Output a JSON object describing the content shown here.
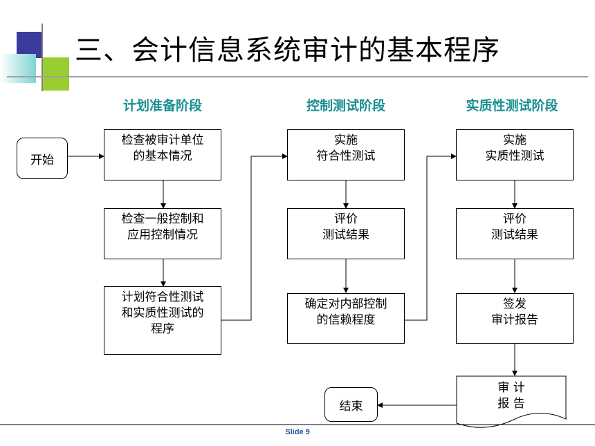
{
  "title": "三、会计信息系统审计的基本程序",
  "phases": {
    "planning": "计划准备阶段",
    "control_test": "控制测试阶段",
    "substantive_test": "实质性测试阶段"
  },
  "nodes": {
    "start": "开始",
    "check_unit": "检查被审计单位\n的基本情况",
    "check_controls": "检查一般控制和\n应用控制情况",
    "plan_tests": "计划符合性测试\n和实质性测试的\n程序",
    "do_compliance": "实施\n符合性测试",
    "eval_compliance": "评价\n测试结果",
    "reliance": "确定对内部控制\n的信赖程度",
    "do_substantive": "实施\n实质性测试",
    "eval_substantive": "评价\n测试结果",
    "issue_report": "签发\n审计报告",
    "report_doc": "审 计\n报 告",
    "end": "结束"
  },
  "footer": "Slide 9",
  "colors": {
    "phase": "#1a8f8f",
    "deco_blue": "#3b3b9e",
    "deco_green": "#9acd32",
    "deco_teal": "#7fd3d3"
  }
}
